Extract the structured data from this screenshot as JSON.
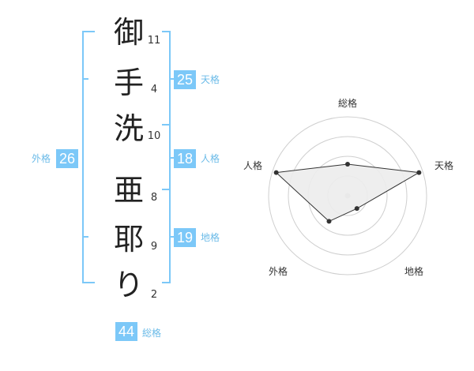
{
  "name_chars": [
    {
      "char": "御",
      "strokes": "11"
    },
    {
      "char": "手",
      "strokes": "4"
    },
    {
      "char": "洗",
      "strokes": "10"
    },
    {
      "char": "亜",
      "strokes": "8"
    },
    {
      "char": "耶",
      "strokes": "9"
    },
    {
      "char": "り",
      "strokes": "2"
    }
  ],
  "kakusu": {
    "tenkaku": {
      "value": "25",
      "label": "天格"
    },
    "jinkaku": {
      "value": "18",
      "label": "人格"
    },
    "chikaku": {
      "value": "19",
      "label": "地格"
    },
    "gaikaku": {
      "value": "26",
      "label": "外格"
    },
    "soukaku": {
      "value": "44",
      "label": "総格"
    }
  },
  "radar": {
    "axes": [
      "総格",
      "天格",
      "地格",
      "外格",
      "人格"
    ],
    "levels": [
      0.4,
      0.95,
      0.2,
      0.4,
      0.95
    ]
  },
  "colors": {
    "bracket": "#7cc8f8",
    "badge": "#7cc8f8",
    "badge_label": "#6bbbe8"
  }
}
